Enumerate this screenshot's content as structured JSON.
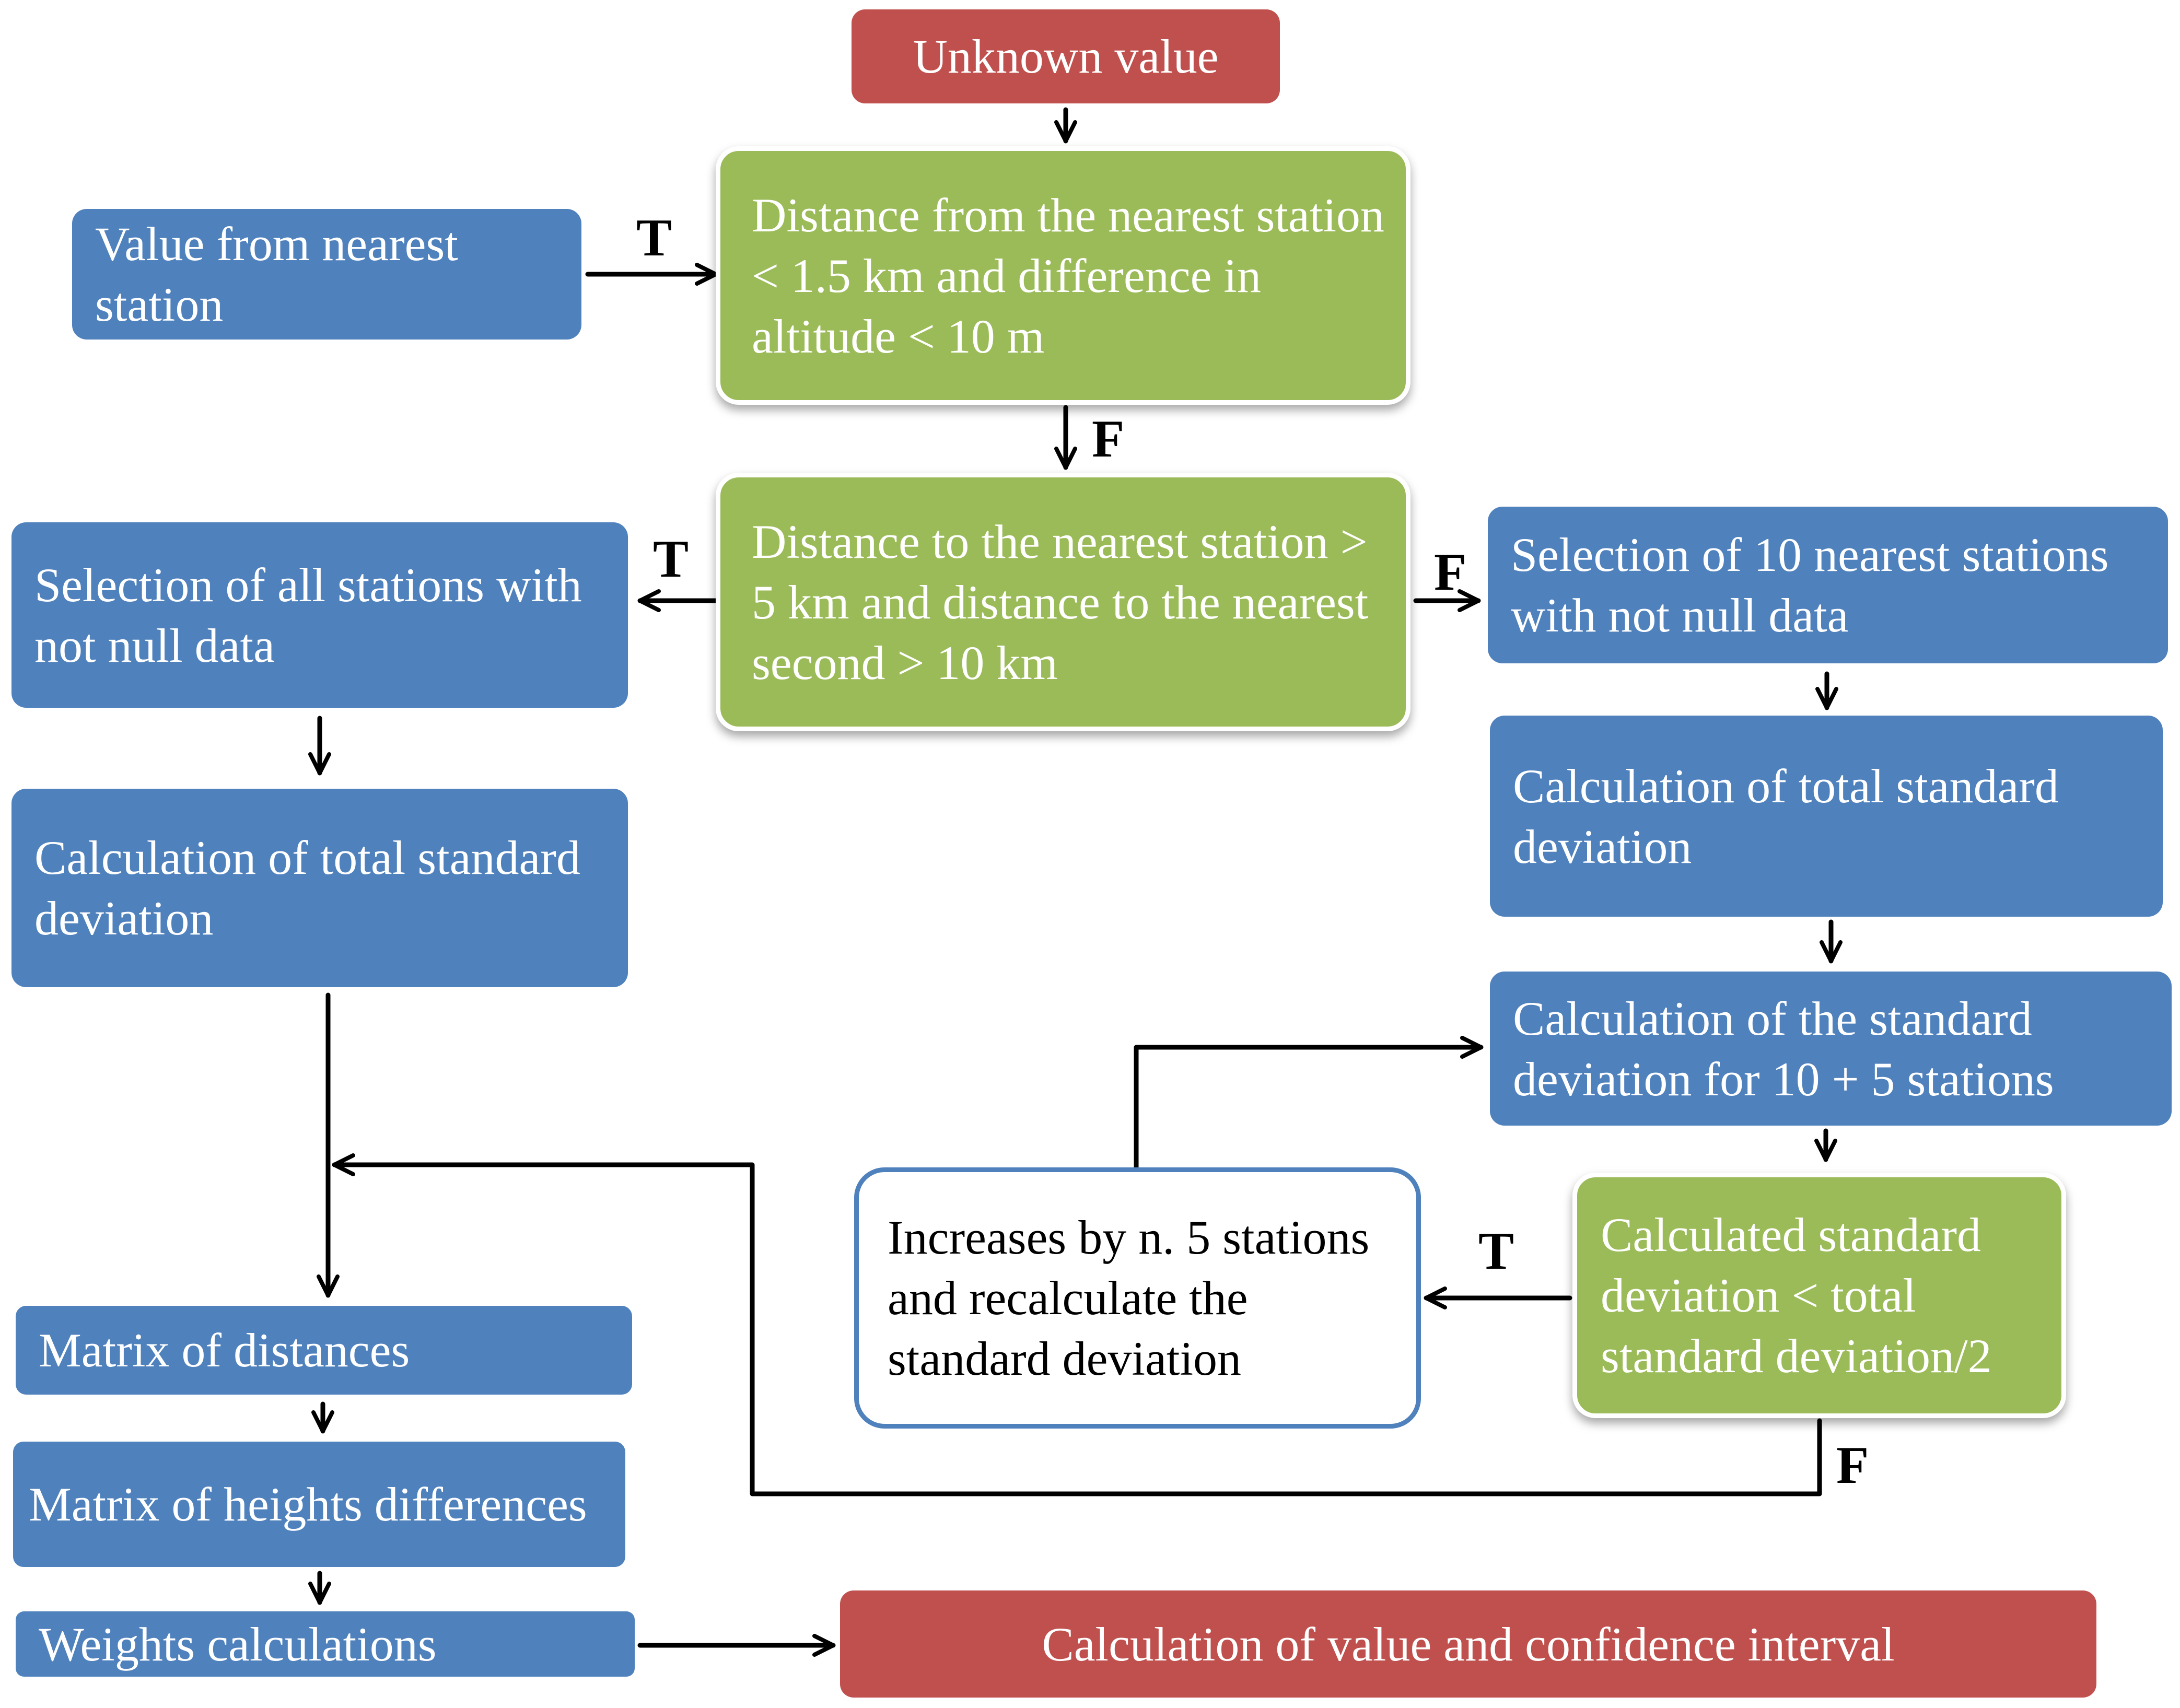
{
  "nodes": {
    "unknown_value": "Unknown value",
    "value_nearest": "Value from nearest station",
    "check_distance_altitude": "Distance from the nearest station < 1.5 km and difference in altitude < 10 m",
    "check_distance_second": "Distance to the nearest station  > 5 km and distance to the nearest second > 10 km",
    "select_all": "Selection of all stations with not null data",
    "calc_total_left": "Calculation of total standard deviation",
    "select_10": "Selection of 10 nearest stations with not null data",
    "calc_total_right": "Calculation of total standard deviation",
    "calc_10_5": "Calculation of the standard deviation for 10 + 5 stations",
    "check_std": "Calculated standard deviation < total standard deviation/2",
    "increase": "Increases by n. 5 stations and recalculate the standard deviation",
    "matrix_distances": "Matrix of distances",
    "matrix_heights": "Matrix of heights differences",
    "weights": "Weights calculations",
    "final": "Calculation of value and confidence interval"
  },
  "edge_labels": {
    "t1": "T",
    "f1": "F",
    "t2": "T",
    "f2": "F",
    "t3": "T",
    "f3": "F"
  },
  "colors": {
    "terminal": "#c0504d",
    "process": "#4f81bd",
    "decision": "#9bbb59",
    "loop_box_border": "#4f81bd",
    "arrows": "#000000"
  }
}
